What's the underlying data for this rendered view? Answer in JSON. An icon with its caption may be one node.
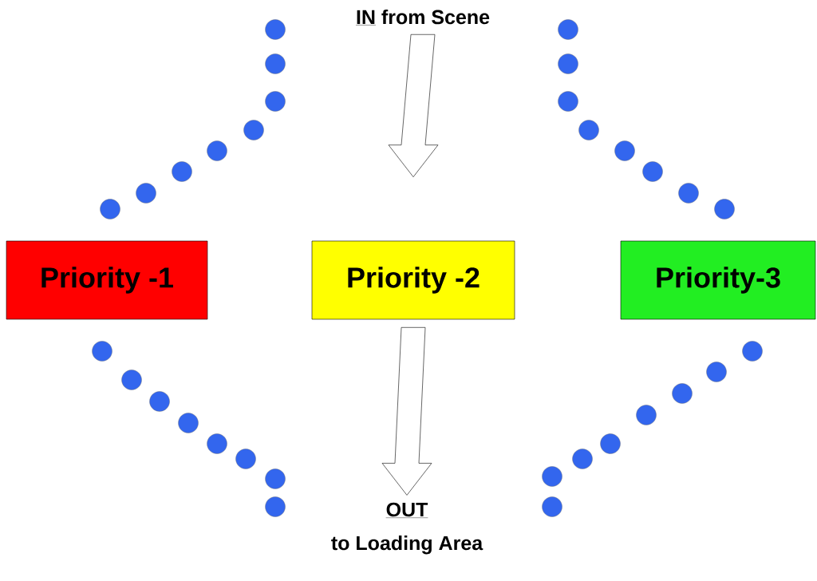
{
  "diagram": {
    "nodes": [
      {
        "text": [
          "IN",
          "from Scene"
        ]
      },
      {
        "text": [
          "Priority -1"
        ]
      },
      {
        "text": [
          "Priority -2"
        ]
      },
      {
        "text": [
          "Priority-3"
        ]
      },
      {
        "text": [
          "OUT",
          "to Loading Area"
        ]
      }
    ],
    "edges": [
      {
        "from": 0,
        "to": 2,
        "arrow": "to"
      },
      {
        "from": 2,
        "to": 4,
        "arrow": "to"
      }
    ]
  }
}
